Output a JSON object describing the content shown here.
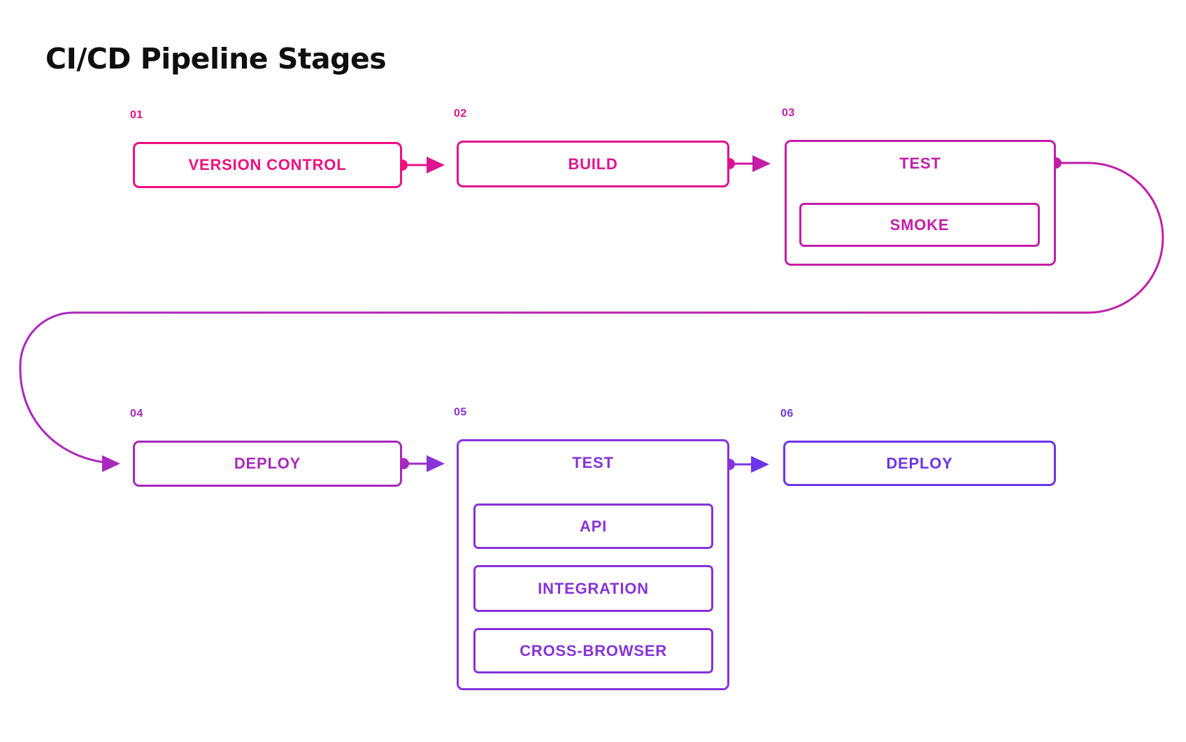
{
  "title": "CI/CD Pipeline Stages",
  "stages": [
    {
      "number": "01",
      "label": "VERSION CONTROL",
      "color": "#F00F7E",
      "children": []
    },
    {
      "number": "02",
      "label": "BUILD",
      "color": "#DE1390",
      "children": []
    },
    {
      "number": "03",
      "label": "TEST",
      "color": "#C31DA6",
      "children": [
        {
          "label": "SMOKE"
        }
      ]
    },
    {
      "number": "04",
      "label": "DEPLOY",
      "color": "#A928BD",
      "children": []
    },
    {
      "number": "05",
      "label": "TEST",
      "color": "#8733D8",
      "children": [
        {
          "label": "API"
        },
        {
          "label": "INTEGRATION"
        },
        {
          "label": "CROSS-BROWSER"
        }
      ]
    },
    {
      "number": "06",
      "label": "DEPLOY",
      "color": "#6C35E9",
      "children": []
    }
  ],
  "connections": [
    {
      "from": "01",
      "to": "02",
      "style": "straight-arrow"
    },
    {
      "from": "02",
      "to": "03",
      "style": "straight-arrow"
    },
    {
      "from": "03",
      "to": "04",
      "style": "loop-back-curve"
    },
    {
      "from": "04",
      "to": "05",
      "style": "straight-arrow"
    },
    {
      "from": "05",
      "to": "06",
      "style": "straight-arrow"
    }
  ]
}
